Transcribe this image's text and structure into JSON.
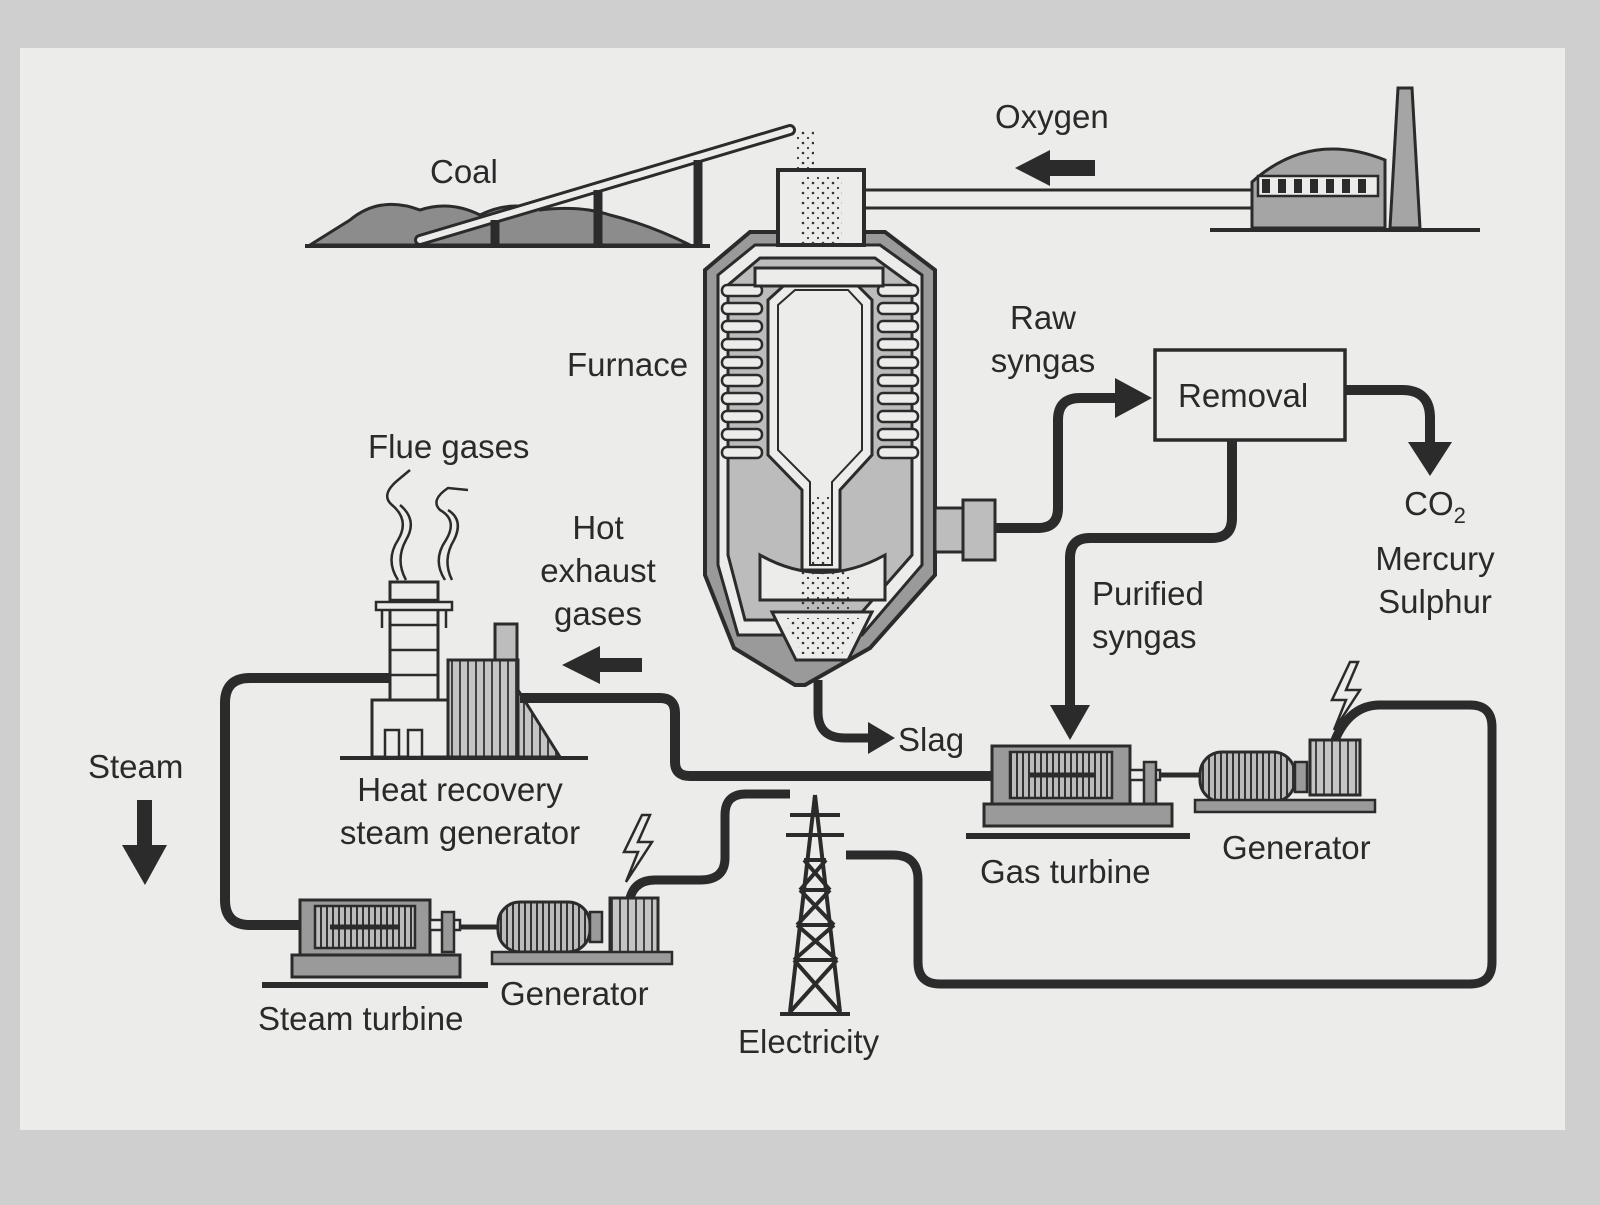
{
  "labels": {
    "coal": "Coal",
    "oxygen": "Oxygen",
    "furnace": "Furnace",
    "raw_syngas": [
      "Raw",
      "syngas"
    ],
    "removal": "Removal",
    "byproducts": {
      "co2_main": "CO",
      "co2_sub": "2",
      "mercury": "Mercury",
      "sulphur": "Sulphur"
    },
    "flue_gases": "Flue gases",
    "hot_exhaust": [
      "Hot",
      "exhaust",
      "gases"
    ],
    "purified_syngas": [
      "Purified",
      "syngas"
    ],
    "slag": "Slag",
    "steam": "Steam",
    "hrsg": [
      "Heat recovery",
      "steam generator"
    ],
    "gas_turbine": "Gas turbine",
    "generator_gas": "Generator",
    "generator_steam": "Generator",
    "steam_turbine": "Steam turbine",
    "electricity": "Electricity"
  },
  "colors": {
    "paper": "#ececea",
    "ink": "#2b2b2b",
    "shade": "#9a9a9a",
    "light_shade": "#bdbdbd"
  }
}
